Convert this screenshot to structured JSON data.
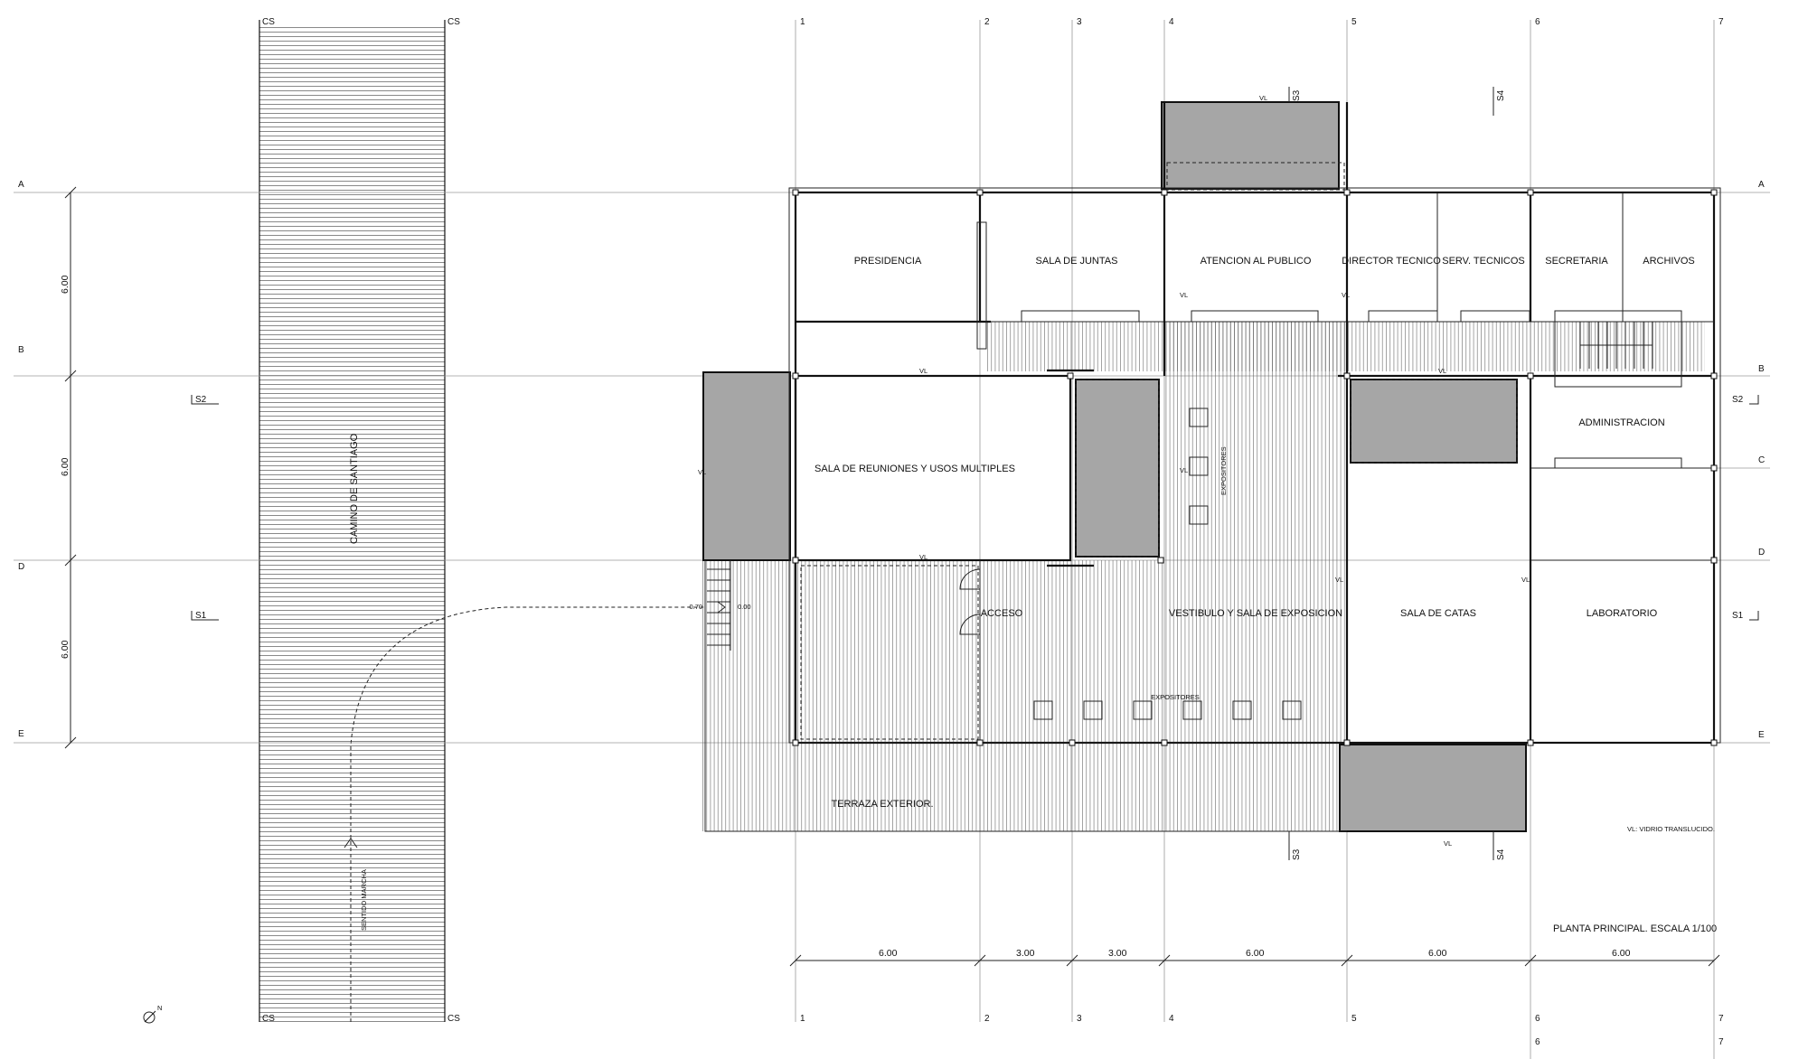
{
  "grid": {
    "columns": [
      "1",
      "2",
      "3",
      "4",
      "5",
      "6",
      "7"
    ],
    "rows": [
      "A",
      "B",
      "C",
      "D",
      "E"
    ]
  },
  "camino": {
    "label": "CAMINO DE SANTIAGO",
    "marker": "CS",
    "direction": "SENTIDO MARCHA"
  },
  "rooms": {
    "presidencia": "PRESIDENCIA",
    "sala_juntas": "SALA DE JUNTAS",
    "atencion": "ATENCION AL PUBLICO",
    "director": "DIRECTOR TECNICO",
    "serv": "SERV. TECNICOS",
    "secretaria": "SECRETARIA",
    "archivos": "ARCHIVOS",
    "administracion": "ADMINISTRACION",
    "sala_reuniones": "SALA DE REUNIONES Y USOS MULTIPLES",
    "acceso": "ACCESO",
    "vestibulo": "VESTIBULO Y SALA DE EXPOSICION",
    "sala_catas": "SALA DE CATAS",
    "laboratorio": "LABORATORIO",
    "terraza": "TERRAZA EXTERIOR.",
    "expositores": "EXPOSITORES"
  },
  "sections": {
    "s1": "S1",
    "s2": "S2",
    "s3": "S3",
    "s4": "S4"
  },
  "levels": {
    "exterior": "-0.70",
    "interior": "0.00"
  },
  "dimensions": {
    "horizontal": [
      "6.00",
      "3.00",
      "3.00",
      "6.00",
      "6.00",
      "6.00"
    ],
    "vertical": [
      "6.00",
      "6.00",
      "6.00"
    ]
  },
  "glass_tag": "VL",
  "legend": "VL: VIDRIO TRANSLUCIDO.",
  "plan_title": "PLANTA PRINCIPAL. ESCALA 1/100",
  "north": "N"
}
